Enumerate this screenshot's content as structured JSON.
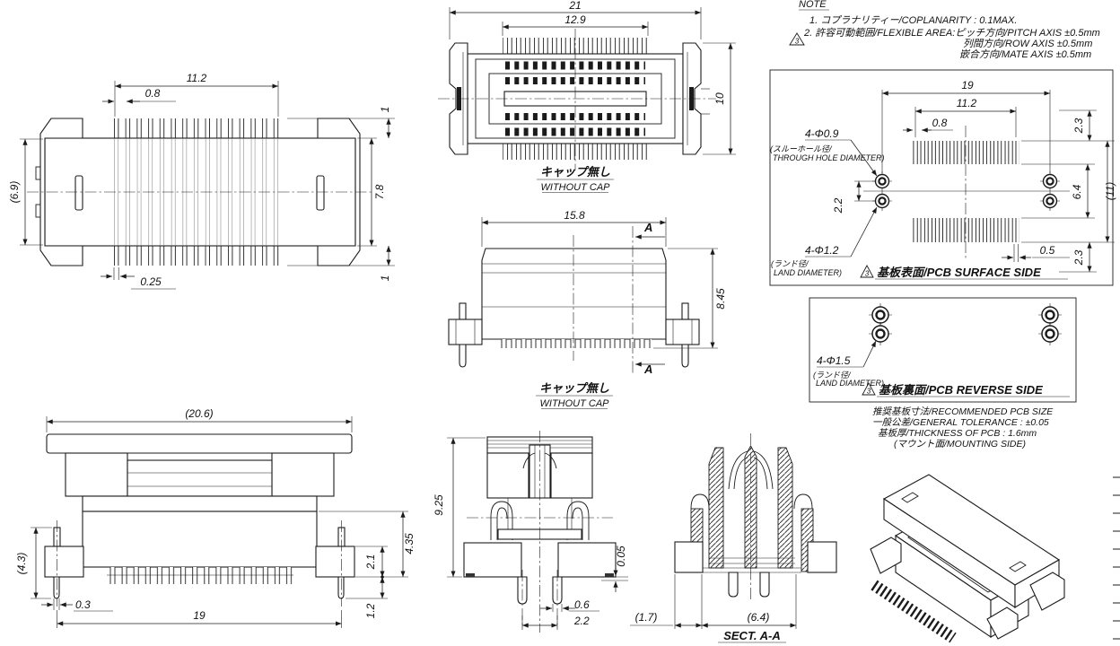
{
  "notes": {
    "title": "NOTE",
    "item1": "1. コプラナリティー/COPLANARITY : 0.1MAX.",
    "item2": "2. 許容可動範囲/FLEXIBLE AREA:ピッチ方向/PITCH AXIS ±0.5mm",
    "item2_row": "列間方向/ROW AXIS ±0.5mm",
    "item2_mate": "嵌合方向/MATE AXIS ±0.5mm",
    "revision_mark": "3"
  },
  "labels": {
    "without_cap_jp": "キャップ無し",
    "without_cap_en": "WITHOUT CAP",
    "section_label": "SECT. A-A",
    "section_arrow": "A"
  },
  "plan_view": {
    "pin_span": "11.2",
    "pitch": "0.8",
    "body_w": "(6.9)",
    "body_h": "7.8",
    "pin_len_top": "1",
    "pin_len_bot": "1",
    "pin_w": "0.25"
  },
  "mating_view": {
    "overall": "21",
    "inner": "12.9",
    "height": "10"
  },
  "side_view": {
    "width": "15.8",
    "height": "8.45"
  },
  "front_view": {
    "overall": "(20.6)",
    "boss_h": "(4.3)",
    "pin_off": "0.3",
    "span": "19",
    "h_total": "4.35",
    "h_mid": "2.1",
    "h_pin": "1.2"
  },
  "end_view": {
    "height": "9.25",
    "standoff": "0.05",
    "leg_w": "0.6",
    "leg_pitch": "2.2"
  },
  "section_view": {
    "offset": "(1.7)",
    "width": "(6.4)"
  },
  "pcb_surface": {
    "span": "19",
    "pad_span": "11.2",
    "pitch": "0.8",
    "top_margin": "2.3",
    "row_gap": "6.4",
    "overall": "(11)",
    "hole_pitch": "2.2",
    "pad_w": "0.5",
    "bot_margin": "2.3",
    "hole_dia": "4-Φ0.9",
    "hole_note_jp": "(スルーホール径/",
    "hole_note_en": "THROUGH HOLE DIAMETER)",
    "land_dia": "4-Φ1.2",
    "land_note_jp": "(ランド径/",
    "land_note_en": "LAND DIAMETER)",
    "caption": "基板表面/PCB SURFACE SIDE",
    "revision_mark": "3"
  },
  "pcb_reverse": {
    "land_dia": "4-Φ1.5",
    "land_note_jp": "(ランド径/",
    "land_note_en": "LAND DIAMETER)",
    "caption": "基板裏面/PCB REVERSE SIDE",
    "revision_mark": "3",
    "note1": "推奨基板寸法/RECOMMENDED PCB SIZE",
    "note2": "一般公差/GENERAL TOLERANCE : ±0.05",
    "note3": "基板厚/THICKNESS OF PCB : 1.6mm",
    "note4": "(マウント面/MOUNTING SIDE)"
  }
}
